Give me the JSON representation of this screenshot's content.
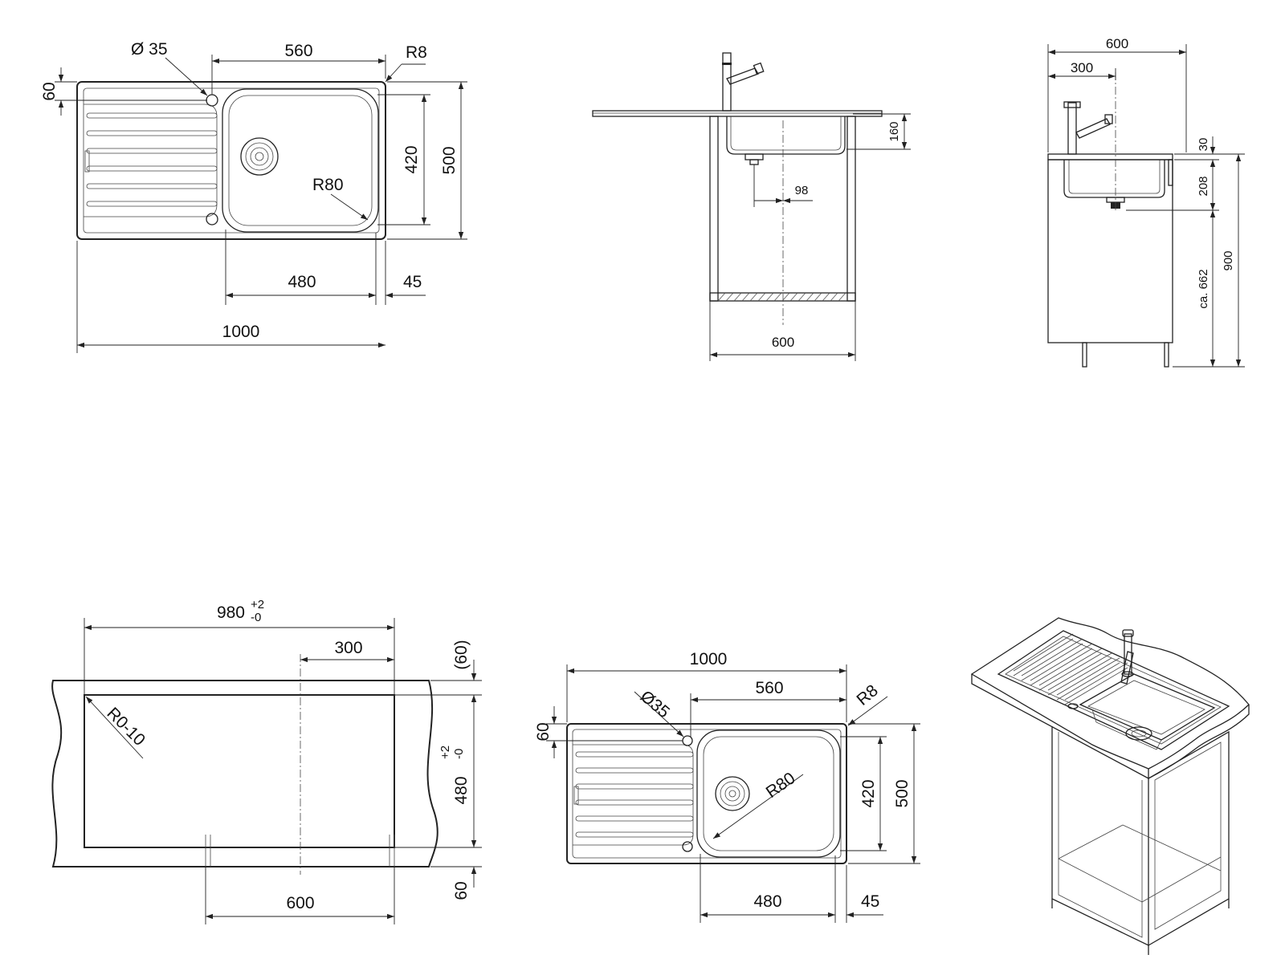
{
  "top_plan": {
    "hole": "Ø 35",
    "w560": "560",
    "r8": "R8",
    "h60": "60",
    "h420": "420",
    "h500": "500",
    "r80": "R80",
    "w480": "480",
    "w45": "45",
    "w1000": "1000"
  },
  "side_view": {
    "h160": "160",
    "w98": "98",
    "w600": "600"
  },
  "front_view": {
    "w600": "600",
    "w300": "300",
    "h30": "30",
    "h208": "208",
    "h900": "900",
    "h662": "ca. 662"
  },
  "cutout": {
    "w980": "980",
    "tol_w_plus": "+2",
    "tol_w_minus": "-0",
    "w300": "300",
    "h60top": "(60)",
    "r010": "R0-10",
    "h480": "480",
    "tol_h_plus": "+2",
    "tol_h_minus": "-0",
    "w600": "600",
    "h60bot": "60"
  },
  "bottom_plan": {
    "w1000": "1000",
    "hole": "Ø35",
    "w560": "560",
    "r8": "R8",
    "h60": "60",
    "r80": "R80",
    "h420": "420",
    "h500": "500",
    "w480": "480",
    "w45": "45"
  },
  "iso": {}
}
